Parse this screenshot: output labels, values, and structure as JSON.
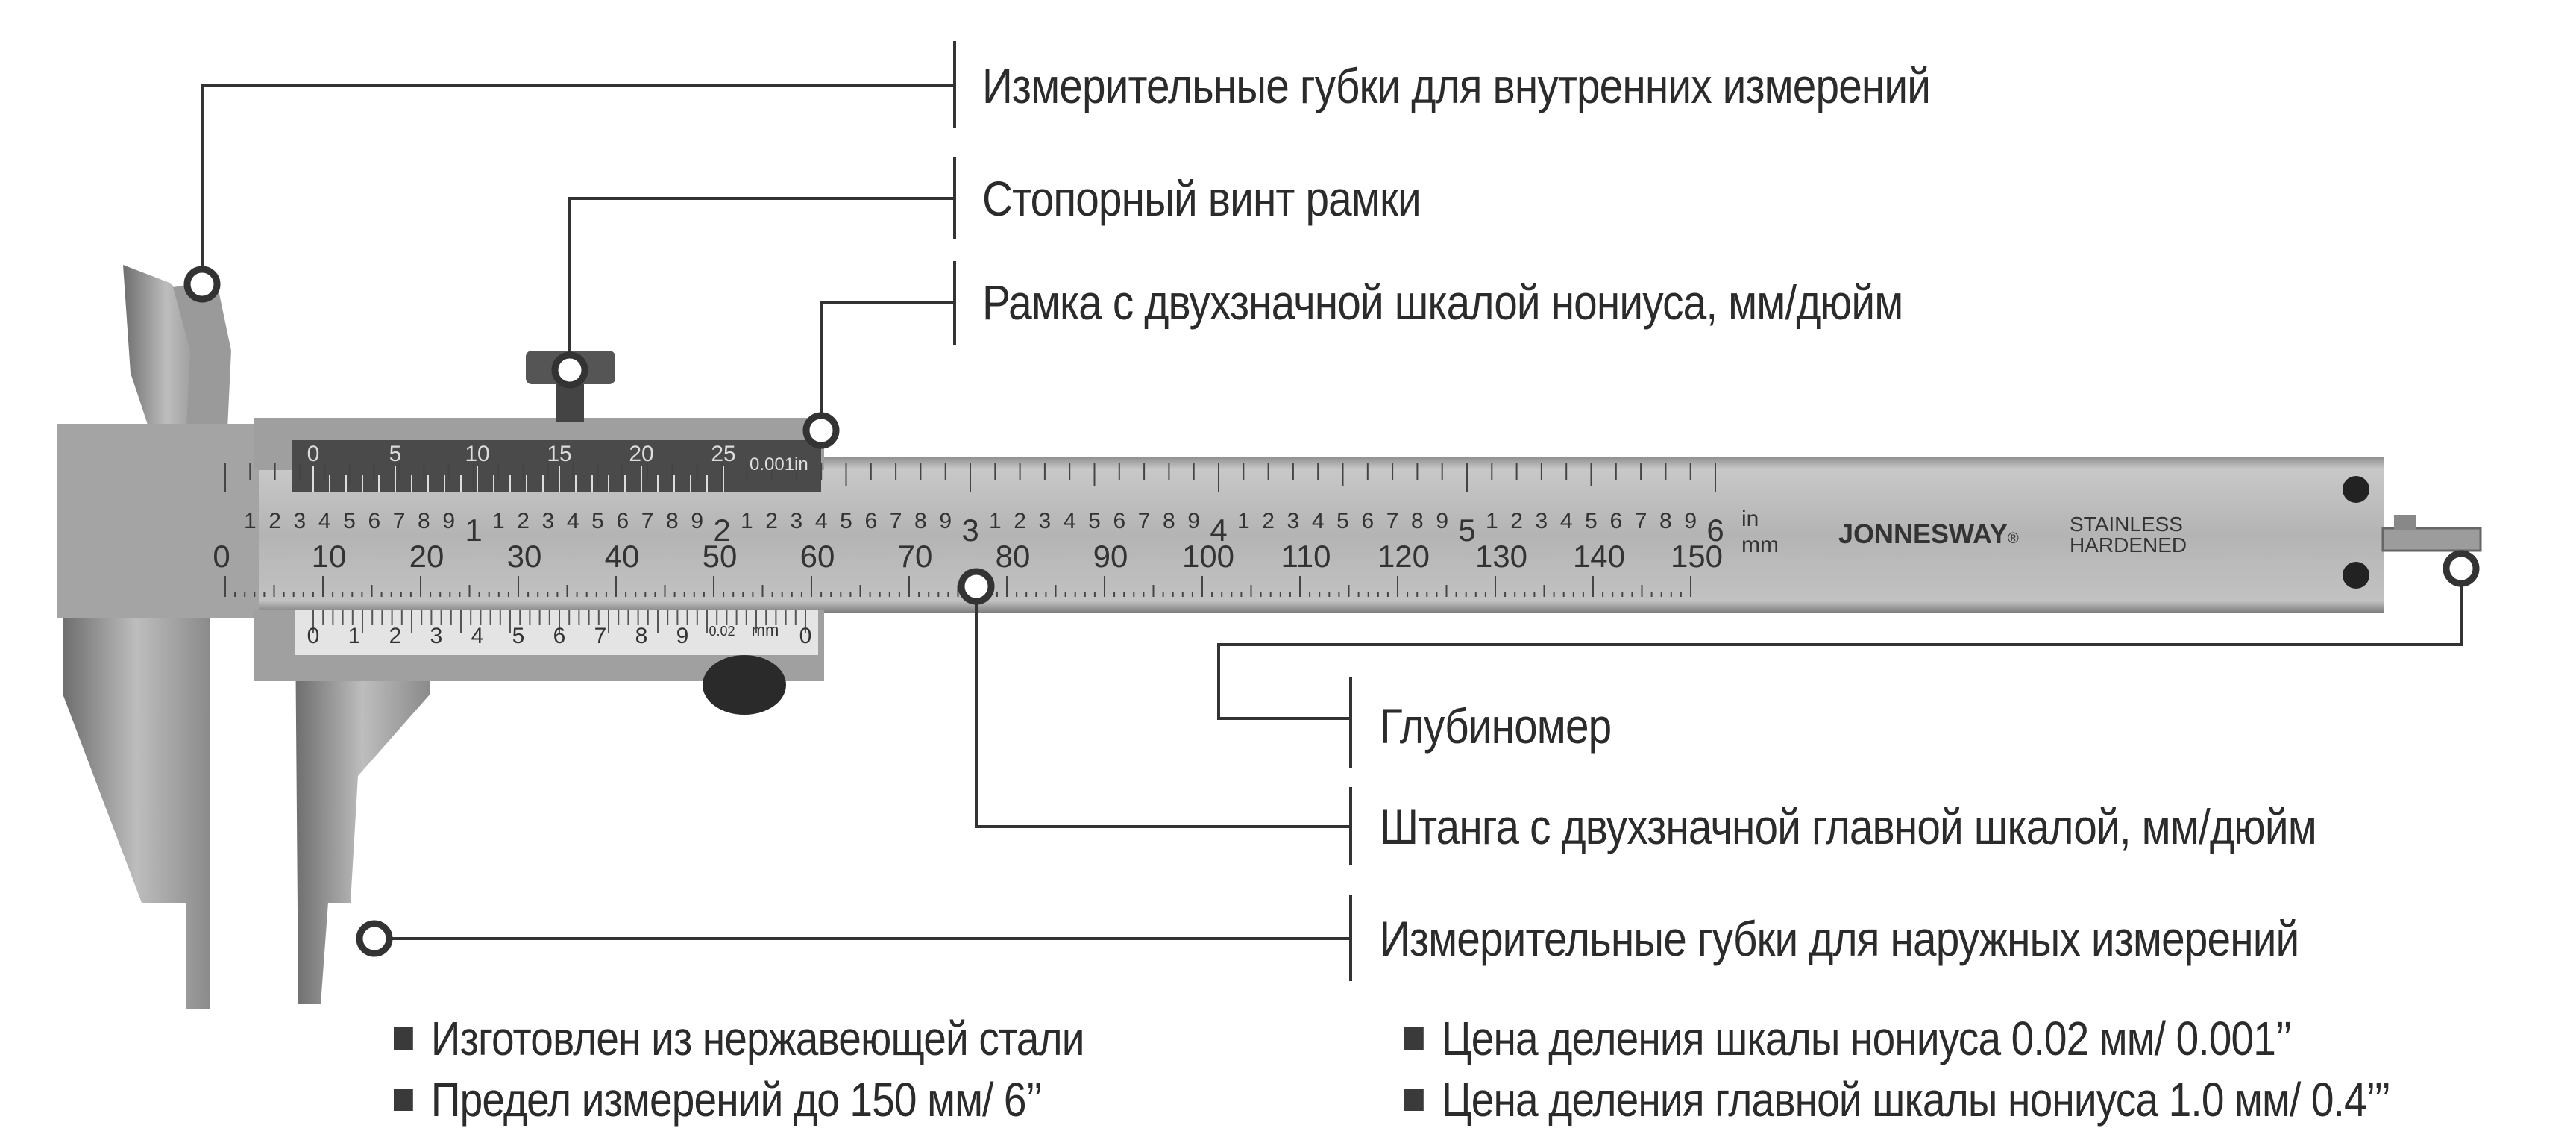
{
  "callouts": {
    "inner_jaws": "Измерительные губки для внутренних измерений",
    "lock_screw": "Стопорный винт рамки",
    "frame": "Рамка с двухзначной шкалой нониуса, мм/дюйм",
    "depth_gauge": "Глубиномер",
    "beam": "Штанга с двухзначной главной шкалой, мм/дюйм",
    "outer_jaws": "Измерительные губки для наружных измерений"
  },
  "features": [
    "Изготовлен из нержавеющей стали",
    "Предел измерений до 150 мм/ 6’’",
    "Цена деления шкалы нониуса 0.02 мм/ 0.001’’",
    "Цена деления главной шкалы нониуса 1.0 мм/ 0.4’’’"
  ],
  "caliper": {
    "mm_labels": [
      "0",
      "10",
      "20",
      "30",
      "40",
      "50",
      "60",
      "70",
      "80",
      "90",
      "100",
      "110",
      "120",
      "130",
      "140",
      "150"
    ],
    "inch_labels": [
      "1",
      "2",
      "3",
      "4",
      "5",
      "6"
    ],
    "inch_unit": "in",
    "mm_unit": "mm",
    "brand": "JONNESWAY",
    "brand_mark": "®",
    "material_line1": "STAINLESS",
    "material_line2": "HARDENED",
    "top_vernier_labels": [
      "0",
      "5",
      "10",
      "15",
      "20",
      "25"
    ],
    "top_vernier_unit": "0.001in",
    "bottom_vernier_labels": [
      "0",
      "1",
      "2",
      "3",
      "4",
      "5",
      "6",
      "7",
      "8",
      "9",
      "0"
    ],
    "bottom_vernier_resolution": "0.02",
    "bottom_vernier_unit": "mm"
  },
  "colors": {
    "steel": "#a9a9a9",
    "dark_plate": "#4a4a4a",
    "light_plate": "#e4e4e4",
    "line": "#333333"
  }
}
